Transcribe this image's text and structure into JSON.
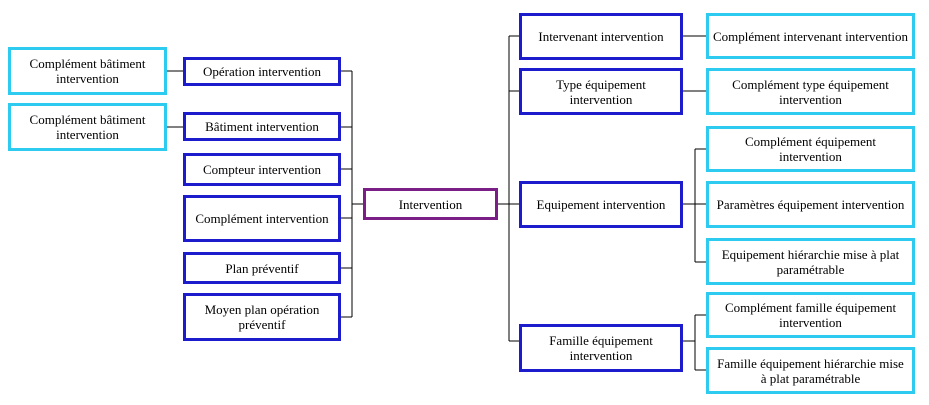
{
  "colors": {
    "main_border": "#1c1ccc",
    "ext_border": "#2ecbf0",
    "root_border": "#7a1f86",
    "connector": "#000000"
  },
  "diagram": {
    "root": "Intervention",
    "left": {
      "operation": "Opération intervention",
      "operation_ext": "Complément bâtiment intervention",
      "batiment": "Bâtiment intervention",
      "batiment_ext": "Complément bâtiment intervention",
      "compteur": "Compteur intervention",
      "complement": "Complément intervention",
      "plan": "Plan préventif",
      "moyen": "Moyen plan opération préventif"
    },
    "right": {
      "intervenant": "Intervenant intervention",
      "intervenant_ext": "Complément intervenant intervention",
      "type_equipement": "Type équipement intervention",
      "type_equipement_ext": "Complément type équipement intervention",
      "equipement": "Equipement intervention",
      "equipement_ext1": "Complément équipement intervention",
      "equipement_ext2": "Paramètres équipement intervention",
      "equipement_ext3": "Equipement hiérarchie mise à plat paramétrable",
      "famille": "Famille équipement intervention",
      "famille_ext1": "Complément famille équipement intervention",
      "famille_ext2": "Famille équipement  hiérarchie mise à plat paramétrable"
    }
  }
}
